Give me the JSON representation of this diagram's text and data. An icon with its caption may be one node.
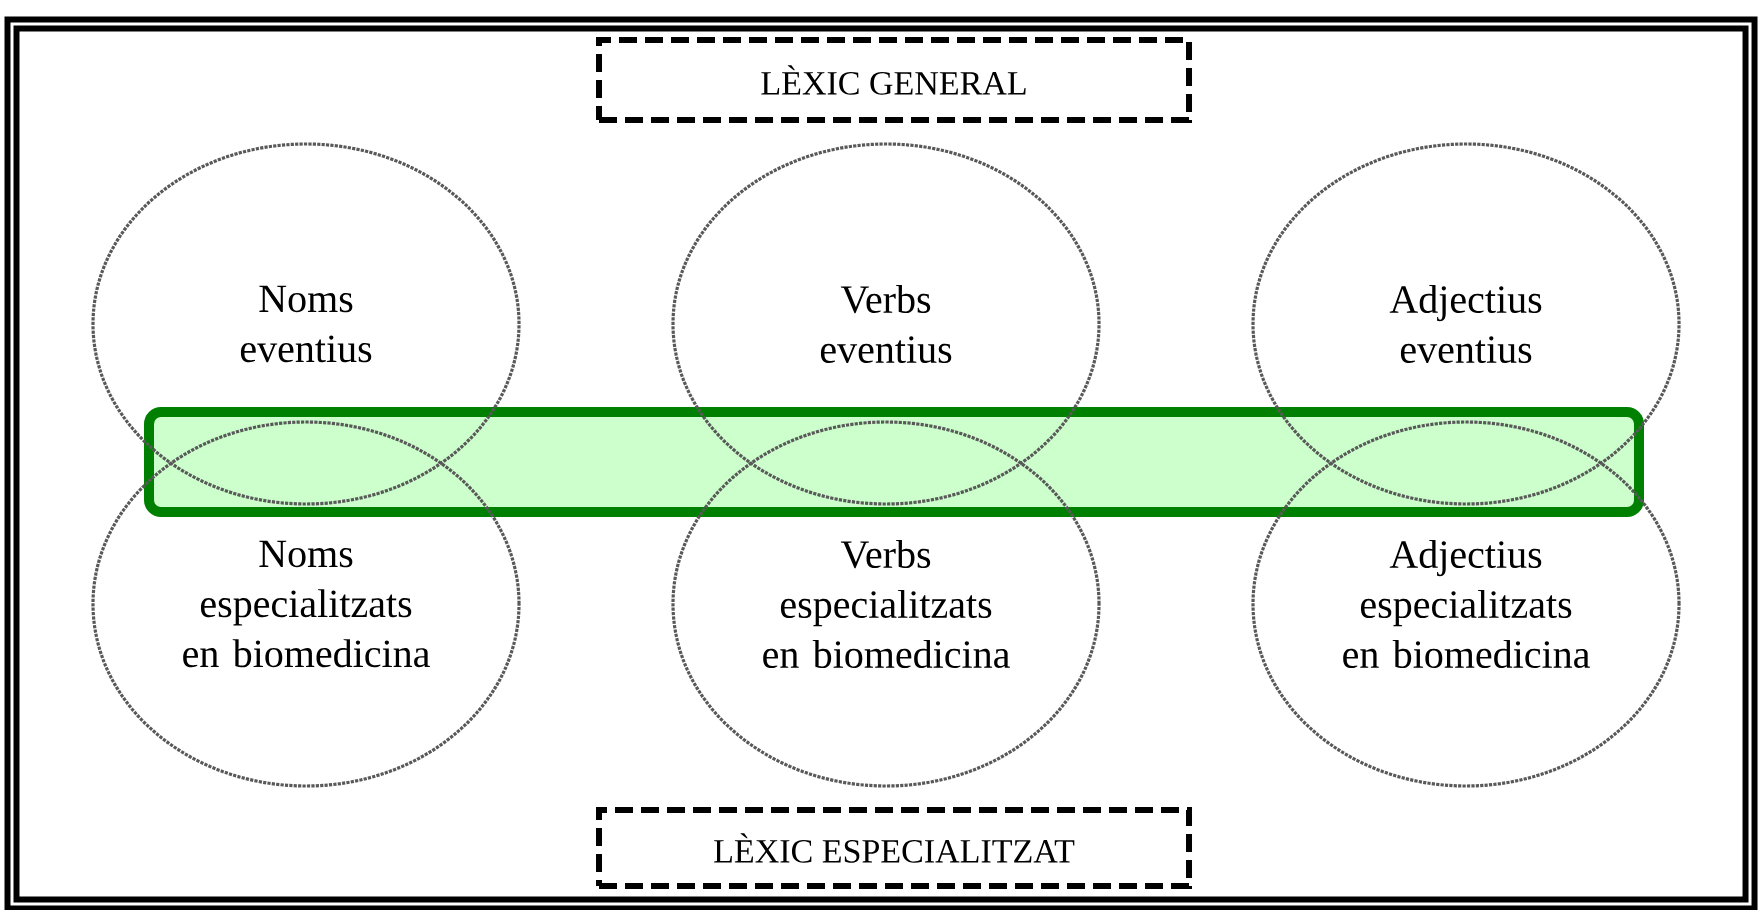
{
  "diagram": {
    "nodes": [
      {
        "text": [
          "LÈXIC GENERAL"
        ]
      },
      {
        "text": [
          "Noms eventius"
        ]
      },
      {
        "text": [
          "Verbs eventius"
        ]
      },
      {
        "text": [
          "Adjectius eventius"
        ]
      },
      {
        "text": [],
        "shape": "bar"
      },
      {
        "text": [
          "Noms especialitzats en biomedicina"
        ]
      },
      {
        "text": [
          "Verbs especialitzats en biomedicina"
        ]
      },
      {
        "text": [
          "Adjectius especialitzats en biomedicina"
        ]
      },
      {
        "text": [
          "LÈXIC ESPECIALITZAT"
        ]
      }
    ]
  }
}
